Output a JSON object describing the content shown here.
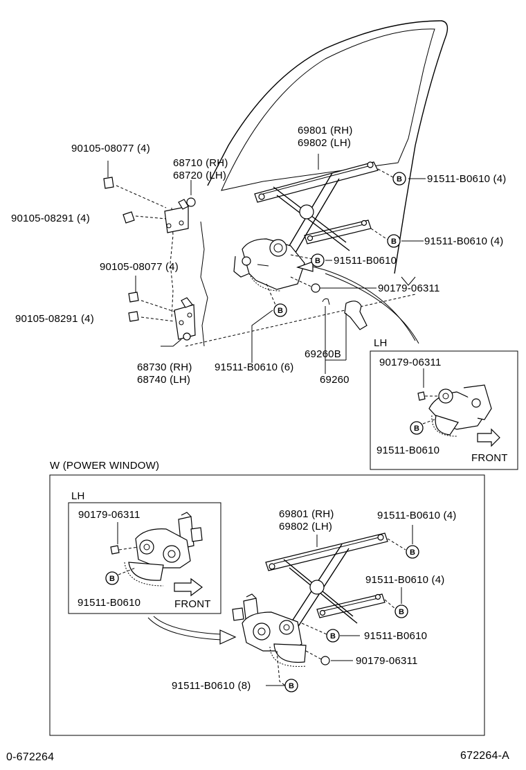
{
  "main_diagram": {
    "labels": {
      "bolt_top": "90105-08077 (4)",
      "bolt_mid": "90105-08291 (4)",
      "bolt_top2": "90105-08077 (4)",
      "bolt_mid2": "90105-08291 (4)",
      "hinge_upper_rh": "68710 (RH)",
      "hinge_upper_lh": "68720 (LH)",
      "regulator_rh": "69801 (RH)",
      "regulator_lh": "69802 (LH)",
      "bolt_b1": "91511-B0610 (4)",
      "bolt_b2": "91511-B0610 (4)",
      "bolt_b3": "91511-B0610",
      "nut": "90179-06311",
      "hinge_lower_rh": "68730 (RH)",
      "hinge_lower_lh": "68740 (LH)",
      "bolt_b4": "91511-B0610 (6)",
      "handle_sub": "69260B",
      "handle": "69260"
    },
    "b_marker": "B"
  },
  "lh_inset": {
    "title": "LH",
    "nut": "90179-06311",
    "bolt": "91511-B0610",
    "front": "FRONT"
  },
  "power_window": {
    "title": "W (POWER  WINDOW)",
    "regulator_rh": "69801 (RH)",
    "regulator_lh": "69802 (LH)",
    "bolt_b1": "91511-B0610 (4)",
    "bolt_b2": "91511-B0610 (4)",
    "bolt_b3": "91511-B0610",
    "nut": "90179-06311",
    "bolt_b4": "91511-B0610 (8)",
    "lh_inset": {
      "title": "LH",
      "nut": "90179-06311",
      "bolt": "91511-B0610",
      "front": "FRONT"
    }
  },
  "footer": {
    "left_code": "0-672264",
    "right_code": "672264-A"
  }
}
